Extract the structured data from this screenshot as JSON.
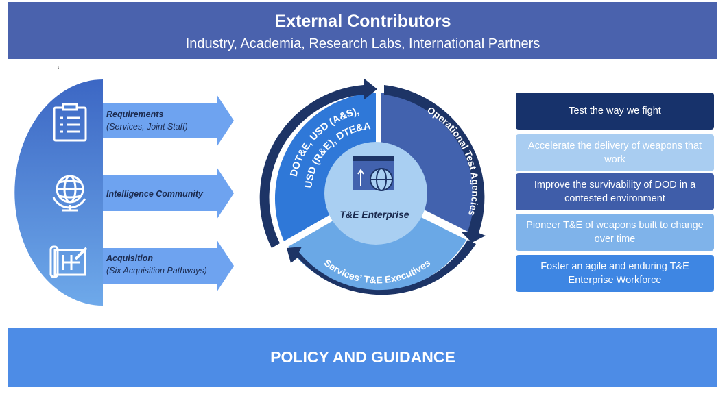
{
  "header": {
    "title": "External Contributors",
    "subtitle": "Industry, Academia, Research Labs, International Partners"
  },
  "stray_mark": "‘",
  "inputs": [
    {
      "title": "Requirements",
      "subtitle": "(Services, Joint Staff)",
      "icon": "clipboard-icon"
    },
    {
      "title": "Intelligence Community",
      "subtitle": "",
      "icon": "globe-icon"
    },
    {
      "title": "Acquisition",
      "subtitle": "(Six Acquisition Pathways)",
      "icon": "blueprint-icon"
    }
  ],
  "wheel": {
    "center_label": "T&E Enterprise",
    "segments": [
      {
        "line1": "DOT&E, USD (A&S),",
        "line2": "USD (R&E), DTE&A"
      },
      {
        "line1": "Operational Test Agencies",
        "line2": ""
      },
      {
        "line1": "Services’ T&E Executives",
        "line2": ""
      }
    ]
  },
  "goals": [
    {
      "text": "Test the way we fight"
    },
    {
      "text": "Accelerate the delivery of weapons that work"
    },
    {
      "text": "Improve the survivability of DOD in a contested environment"
    },
    {
      "text": "Pioneer T&E of weapons built to change over time"
    },
    {
      "text": "Foster an agile and enduring T&E Enterprise Workforce"
    }
  ],
  "footer": {
    "title": "POLICY AND GUIDANCE"
  },
  "colors": {
    "header_bg": "#4a62ad",
    "footer_bg": "#4d8ce6",
    "half_circle": "#4a7fd6",
    "arrow": "#6ea3f0",
    "wheel_left": "#2f78d8",
    "wheel_right": "#4262ae",
    "wheel_bottom": "#6aa8e6",
    "wheel_ring_dark": "#1d3466",
    "wheel_center": "#a9cff2",
    "goal_1": "#17326b",
    "goal_2": "#a9cdf1",
    "goal_3": "#3f5da9",
    "goal_4": "#7fb3ea",
    "goal_5": "#3e86e3"
  }
}
